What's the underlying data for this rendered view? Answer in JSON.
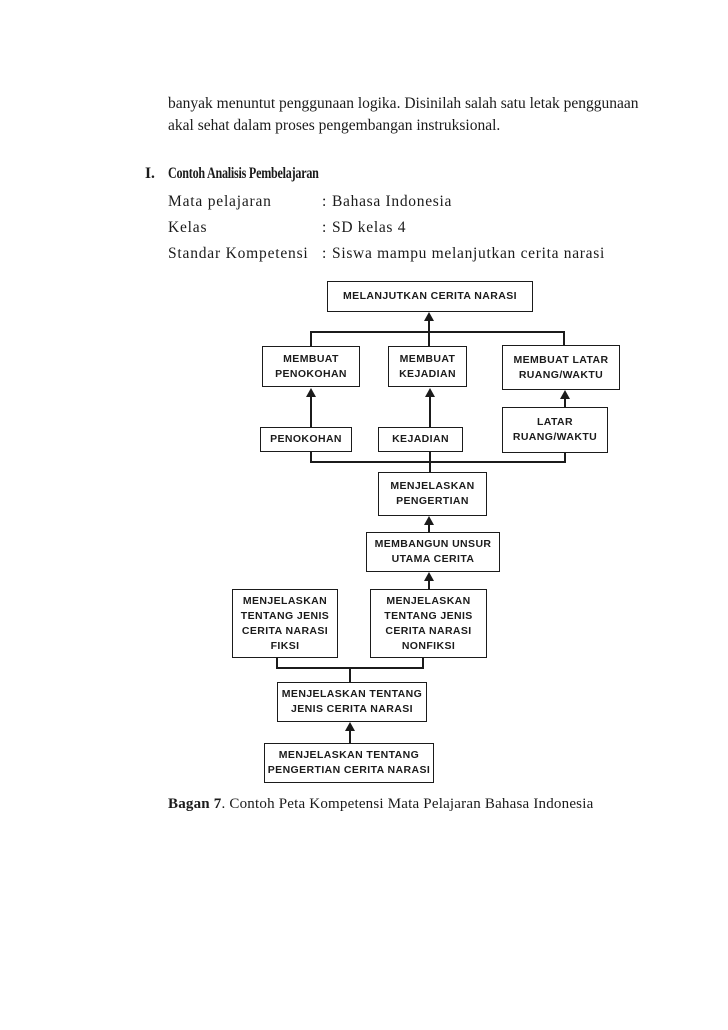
{
  "page": {
    "paragraph": {
      "line1": "banyak menuntut penggunaan logika. Disinilah salah satu letak penggunaan",
      "line2": "akal sehat dalam proses pengembangan instruksional."
    },
    "section": {
      "number": "I.",
      "title": "Contoh Analisis Pembelajaran"
    },
    "details": {
      "separator": ":",
      "rows": [
        {
          "label": "Mata pelajaran",
          "value": "Bahasa Indonesia"
        },
        {
          "label": "Kelas",
          "value": "SD kelas 4"
        },
        {
          "label": "Standar Kompetensi",
          "value": "Siswa mampu melanjutkan cerita narasi"
        }
      ]
    },
    "caption": {
      "bold": "Bagan 7",
      "rest": ". Contoh Peta Kompetensi Mata Pelajaran Bahasa Indonesia"
    }
  },
  "diagram": {
    "nodes": {
      "melanjutkan_cerita_narasi": "MELANJUTKAN CERITA NARASI",
      "membuat_penokohan": "MEMBUAT\nPENOKOHAN",
      "membuat_kejadian": "MEMBUAT\nKEJADIAN",
      "membuat_latar_ruang_waktu": "MEMBUAT LATAR\nRUANG/WAKTU",
      "penokohan": "PENOKOHAN",
      "kejadian": "KEJADIAN",
      "latar_ruang_waktu": "LATAR\nRUANG/WAKTU",
      "menjelaskan_pengertian": "MENJELASKAN\nPENGERTIAN",
      "membangun_unsur_utama_cerita": "MEMBANGUN UNSUR\nUTAMA CERITA",
      "menjelaskan_jenis_fiksi": "MENJELASKAN\nTENTANG JENIS\nCERITA NARASI\nFIKSI",
      "menjelaskan_jenis_nonfiksi": "MENJELASKAN\nTENTANG JENIS\nCERITA NARASI\nNONFIKSI",
      "menjelaskan_jenis_cerita_narasi": "MENJELASKAN TENTANG\nJENIS CERITA NARASI",
      "menjelaskan_pengertian_cerita_narasi": "MENJELASKAN TENTANG\nPENGERTIAN CERITA NARASI"
    }
  },
  "colors": {
    "ink": "#1b1b1b",
    "paper": "#ffffff"
  }
}
